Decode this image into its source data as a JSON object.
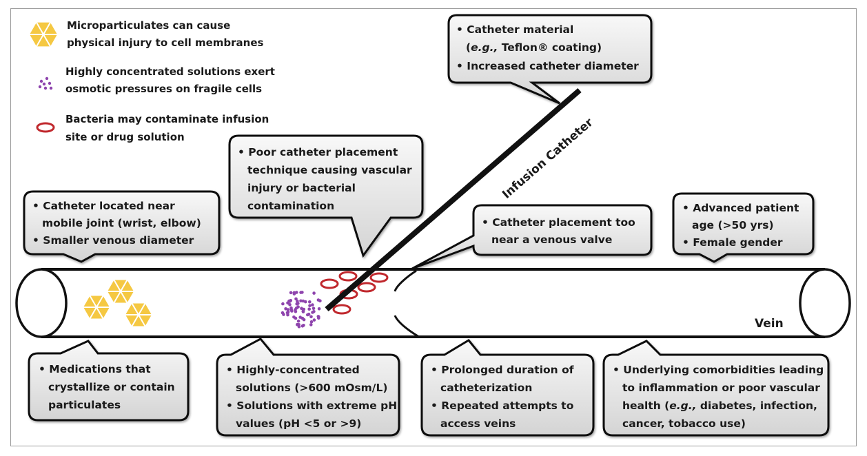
{
  "legend": [
    {
      "icon": "microparticulate-icon",
      "lines": [
        "Microparticulates can cause",
        "physical injury to cell membranes"
      ]
    },
    {
      "icon": "osmotic-particles-icon",
      "lines": [
        "Highly concentrated solutions exert",
        "osmotic pressures on fragile cells"
      ]
    },
    {
      "icon": "bacteria-icon",
      "lines": [
        "Bacteria may contaminate infusion",
        "site or drug solution"
      ]
    }
  ],
  "labels": {
    "catheter": "Infusion Catheter",
    "vein": "Vein"
  },
  "callouts": {
    "catheter_material": {
      "lines": [
        [
          "• ",
          "Catheter material"
        ],
        [
          "  (",
          "e.g.,",
          " Teflon® coating)"
        ],
        [
          "• ",
          "Increased catheter diameter"
        ]
      ]
    },
    "placement_technique": {
      "lines": [
        "• Poor catheter placement",
        "  technique causing vascular",
        "  injury or bacterial",
        "  contamination"
      ]
    },
    "mobile_joint": {
      "lines": [
        "• Catheter located near",
        "  mobile joint (wrist, elbow)",
        "• Smaller venous diameter"
      ]
    },
    "venous_valve": {
      "lines": [
        "• Catheter placement too",
        "  near a venous valve"
      ]
    },
    "patient_age": {
      "lines": [
        "• Advanced patient",
        "  age (>50 yrs)",
        "• Female gender"
      ]
    },
    "medications": {
      "lines": [
        "• Medications that",
        "  crystallize or contain",
        "  particulates"
      ]
    },
    "solutions": {
      "lines": [
        "• Highly-concentrated",
        "  solutions (>600 mOsm/L)",
        "• Solutions with extreme pH",
        "  values (pH <5 or >9)"
      ]
    },
    "duration": {
      "lines": [
        "• Prolonged duration of",
        "  catheterization",
        "• Repeated attempts to",
        "  access veins"
      ]
    },
    "comorbidities": {
      "lines": [
        "• Underlying comorbidities leading",
        "  to inflammation or poor vascular",
        "  health (e.g., diabetes, infection,",
        "  cancer, tobacco use)"
      ]
    }
  },
  "colors": {
    "particulate": "#f5c842",
    "osmotic": "#8e44ad",
    "bacteria": "#c0282d",
    "outline": "#111111",
    "box_top": "#f7f7f7",
    "box_bottom": "#d6d6d6"
  }
}
